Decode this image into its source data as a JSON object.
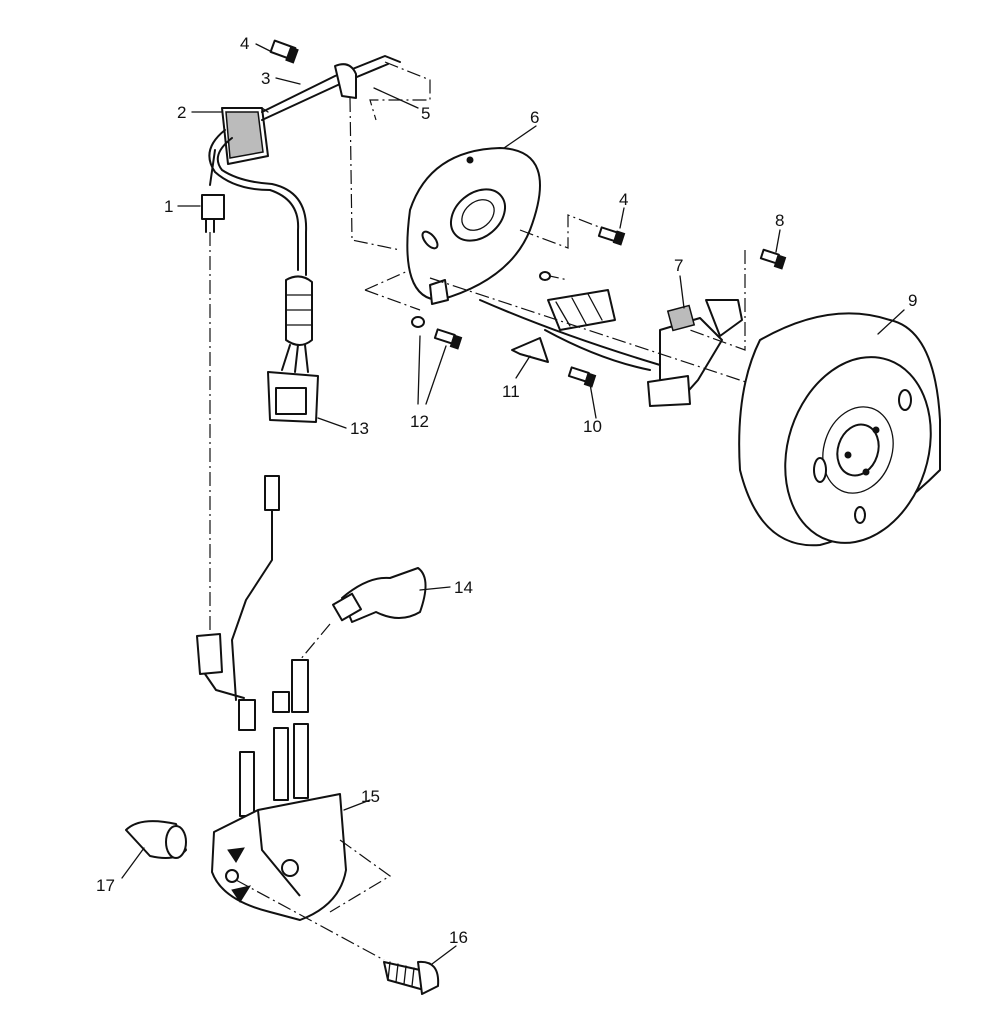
{
  "callouts": {
    "c1": "1",
    "c2": "2",
    "c3": "3",
    "c4a": "4",
    "c4b": "4",
    "c5": "5",
    "c6": "6",
    "c7": "7",
    "c8": "8",
    "c9": "9",
    "c10": "10",
    "c11": "11",
    "c12": "12",
    "c13": "13",
    "c14": "14",
    "c15": "15",
    "c16": "16",
    "c17": "17"
  }
}
